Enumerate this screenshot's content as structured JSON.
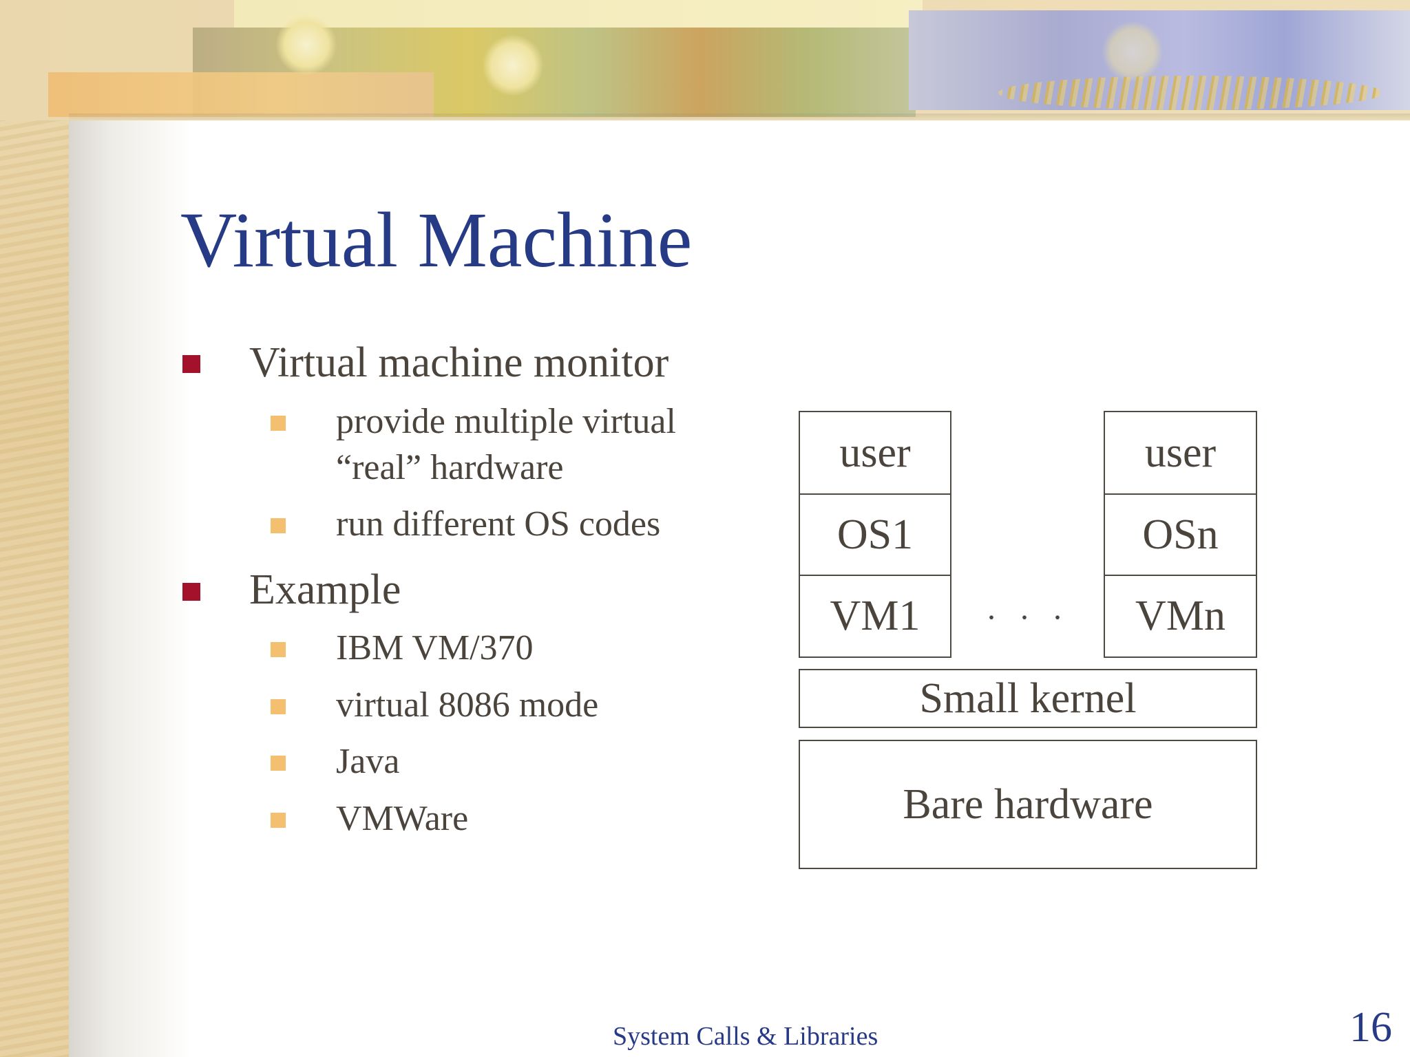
{
  "slide": {
    "title": "Virtual Machine",
    "bullets": [
      {
        "text": "Virtual machine monitor",
        "sub": [
          {
            "lines": [
              "provide multiple virtual",
              "“real” hardware"
            ]
          },
          {
            "lines": [
              "run different OS codes"
            ]
          }
        ]
      },
      {
        "text": "Example",
        "sub": [
          {
            "lines": [
              "IBM VM/370"
            ]
          },
          {
            "lines": [
              "virtual 8086 mode"
            ]
          },
          {
            "lines": [
              "Java"
            ]
          },
          {
            "lines": [
              "VMWare"
            ]
          }
        ]
      }
    ],
    "diagram": {
      "left_stack": [
        "user",
        "OS1",
        "VM1"
      ],
      "right_stack": [
        "user",
        "OSn",
        "VMn"
      ],
      "ellipsis": "· · ·",
      "kernel": "Small kernel",
      "hardware": "Bare hardware"
    },
    "footer": "System Calls & Libraries",
    "page_number": "16"
  },
  "colors": {
    "title": "#273a86",
    "body_text": "#4a443c",
    "level1_bullet": "#a3122a",
    "level2_bullet": "#f4c070"
  }
}
